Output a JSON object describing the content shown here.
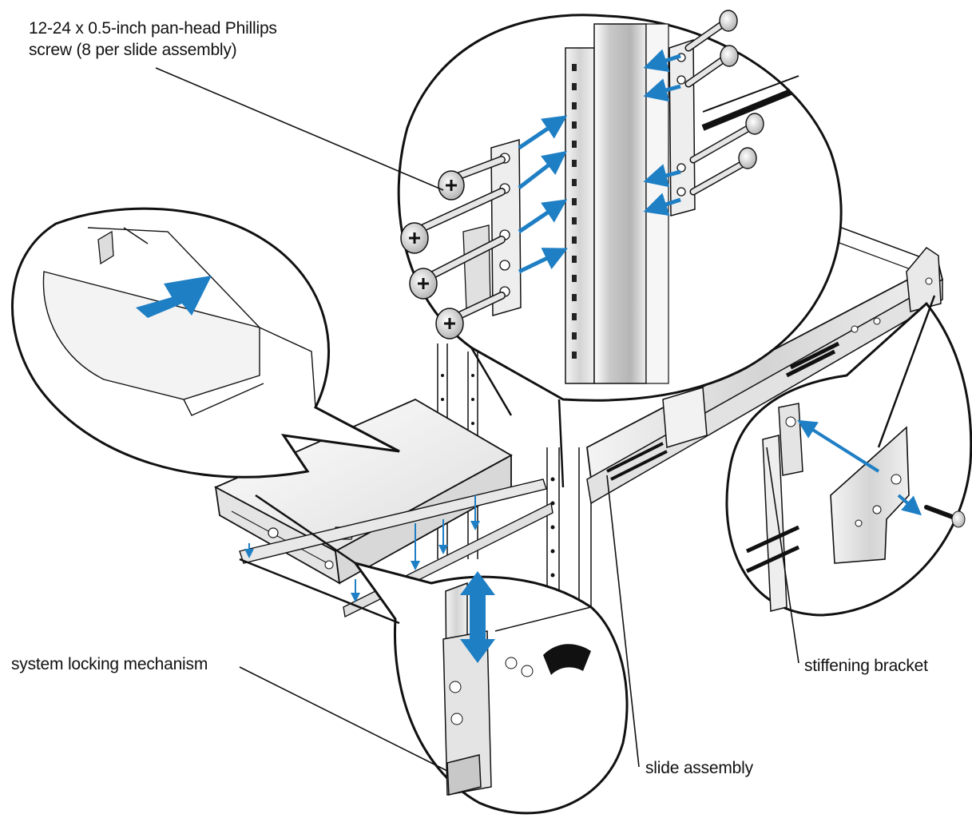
{
  "labels": {
    "screw_line1": "12-24 x 0.5-inch pan-head Phillips",
    "screw_line2": "screw (8 per slide assembly)",
    "locking": "system locking mechanism",
    "stiffening": "stiffening bracket",
    "slide": "slide assembly"
  },
  "colors": {
    "arrow_blue": "#1f7fc4",
    "line": "#111111",
    "metal_light": "#e6e6e6",
    "metal_mid": "#c8c8c8",
    "metal_dark": "#8a8a8a"
  }
}
